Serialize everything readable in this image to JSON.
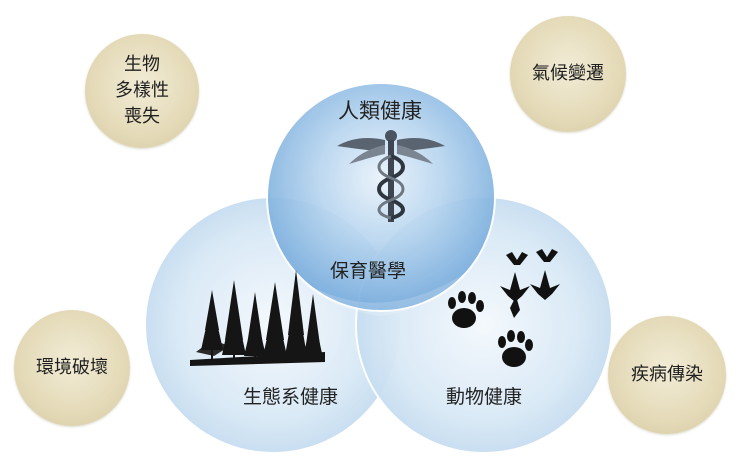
{
  "outer_concepts": {
    "biodiversity_loss": [
      "生物",
      "多樣性",
      "喪失"
    ],
    "climate_change": "氣候變遷",
    "environmental_damage": "環境破壞",
    "disease_transmission": "疾病傳染"
  },
  "venn": {
    "human_health": "人類健康",
    "ecosystem_health": "生態系健康",
    "animal_health": "動物健康",
    "center": "保育醫學"
  },
  "colors": {
    "circle_fill": "#cfe3f3",
    "circle_top": "#7fb3df",
    "bubble_fill": "#e4dab8",
    "icon_dark": "#1a1a1a"
  },
  "icons": [
    "caduceus-icon",
    "forest-icon",
    "animal-tracks-icon"
  ]
}
